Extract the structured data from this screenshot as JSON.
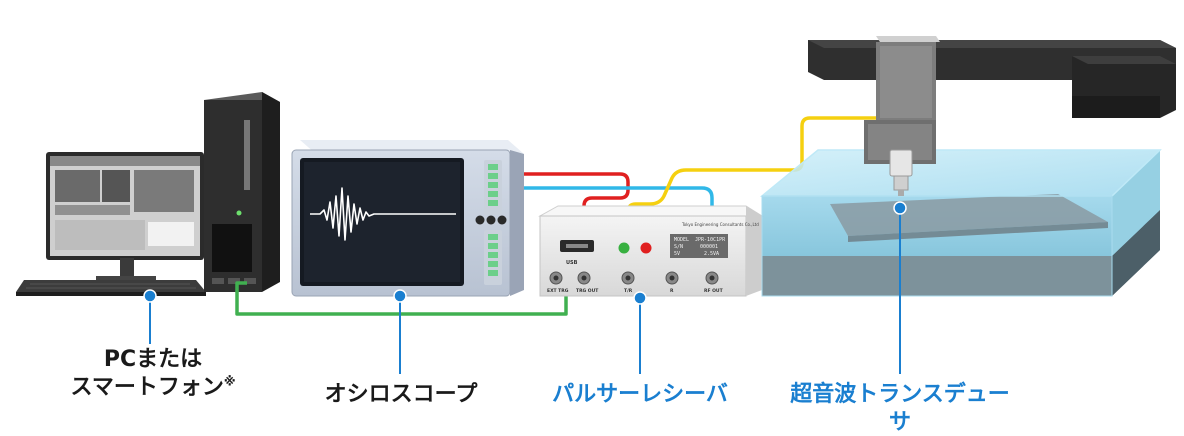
{
  "labels": {
    "pc_line1": "PCまたは",
    "pc_line2": "スマートフォン",
    "pc_note_mark": "※",
    "oscilloscope": "オシロスコープ",
    "pulser_receiver": "パルサーレシーバ",
    "transducer": "超音波トランスデューサ"
  },
  "pulser_panel": {
    "maker": "Tokyo Engineering Consultants Co.,Ltd",
    "model_key": "MODEL",
    "model_val": "JPR-10C1PR",
    "sn_key": "S/N",
    "sn_val": "000001",
    "power_key": "5V",
    "power_val": "2.5VA",
    "usb": "USB",
    "port_ext_trg": "EXT TRG",
    "port_trg_out": "TRG OUT",
    "port_tr": "T/R",
    "port_r": "R",
    "port_rf_out": "RF OUT"
  },
  "colors": {
    "accent_blue": "#1a7fd0",
    "cable_red": "#e02020",
    "cable_cyan": "#30b8e8",
    "cable_yellow": "#f5d010",
    "cable_green": "#40b050"
  }
}
